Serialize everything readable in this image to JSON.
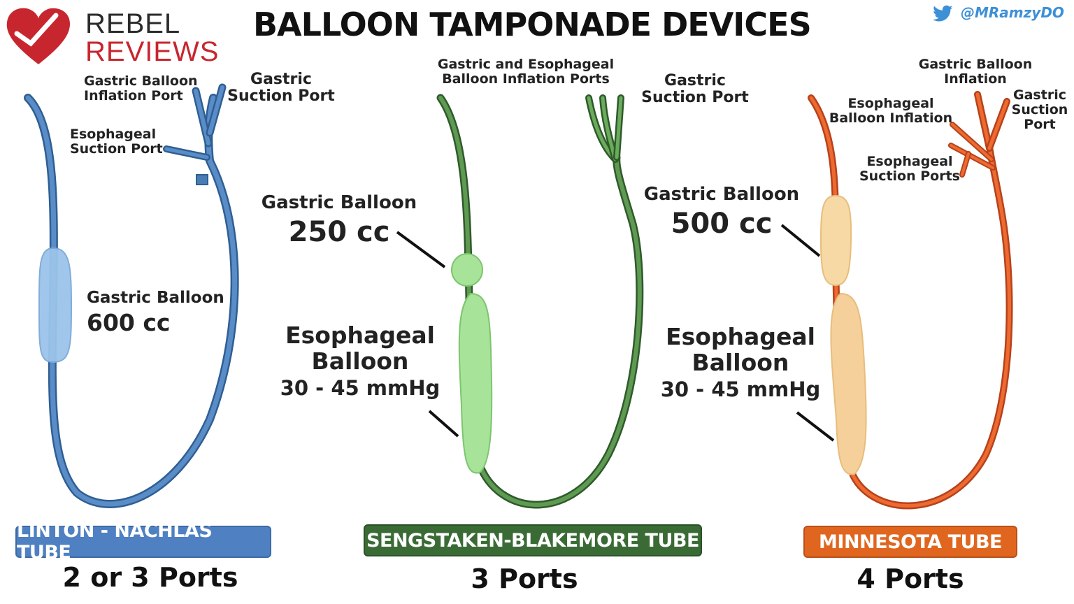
{
  "header": {
    "logo_line1": "REBEL",
    "logo_line2": "REVIEWS",
    "title": "BALLOON TAMPONADE DEVICES",
    "twitter_handle": "@MRamzyDO"
  },
  "colors": {
    "linton": "#4f80c2",
    "sengstaken": "#3a6b35",
    "minnesota": "#e0661f",
    "logo_red": "#c8262e",
    "twitter_blue": "#3d8fd6"
  },
  "linton": {
    "label_gastric_port_1": "Gastric Balloon",
    "label_gastric_port_2": "Inflation Port",
    "label_suction_1": "Gastric",
    "label_suction_2": "Suction Port",
    "label_esoph_suction_1": "Esophageal",
    "label_esoph_suction_2": "Suction Port",
    "balloon_label": "Gastric Balloon",
    "balloon_volume": "600 cc",
    "badge": "LINTON - NACHLAS TUBE",
    "ports": "2 or 3 Ports"
  },
  "sengstaken": {
    "label_inflation_1": "Gastric and Esophageal",
    "label_inflation_2": "Balloon Inflation Ports",
    "label_suction_1": "Gastric",
    "label_suction_2": "Suction Port",
    "gastric_label": "Gastric Balloon",
    "gastric_volume": "250 cc",
    "esoph_label_1": "Esophageal",
    "esoph_label_2": "Balloon",
    "esoph_pressure": "30 - 45 mmHg",
    "badge": "SENGSTAKEN-BLAKEMORE TUBE",
    "ports": "3 Ports"
  },
  "minnesota": {
    "label_gastric_inflation_1": "Gastric Balloon",
    "label_gastric_inflation_2": "Inflation",
    "label_esoph_inflation_1": "Esophageal",
    "label_esoph_inflation_2": "Balloon Inflation",
    "label_esoph_suction_1": "Esophageal",
    "label_esoph_suction_2": "Suction Ports",
    "label_gastric_suction_1": "Gastric",
    "label_gastric_suction_2": "Suction",
    "label_gastric_suction_3": "Port",
    "gastric_label": "Gastric Balloon",
    "gastric_volume": "500 cc",
    "esoph_label_1": "Esophageal",
    "esoph_label_2": "Balloon",
    "esoph_pressure": "30 - 45 mmHg",
    "badge": "MINNESOTA TUBE",
    "ports": "4 Ports"
  }
}
